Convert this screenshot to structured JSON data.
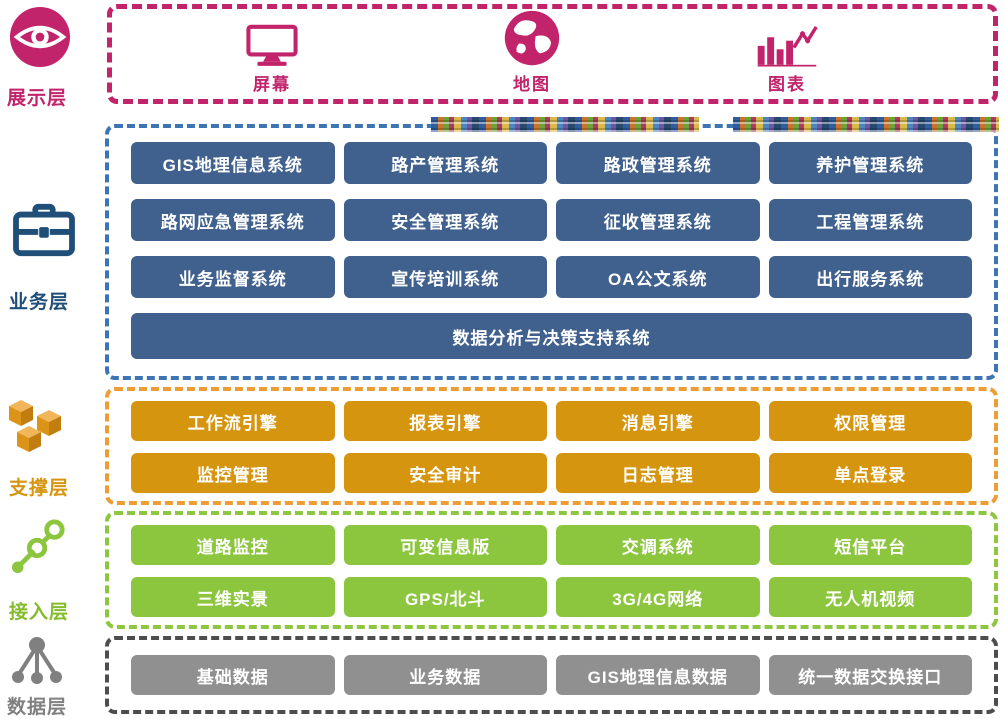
{
  "sidebar": {
    "presentation_label": "展示层",
    "business_label": "业务层",
    "support_label": "支撑层",
    "access_label": "接入层",
    "data_label": "数据层"
  },
  "presentation": {
    "items": [
      {
        "icon": "monitor-icon",
        "label": "屏幕"
      },
      {
        "icon": "globe-icon",
        "label": "地图"
      },
      {
        "icon": "chart-icon",
        "label": "图表"
      }
    ]
  },
  "business": {
    "rows": [
      [
        "GIS地理信息系统",
        "路产管理系统",
        "路政管理系统",
        "养护管理系统"
      ],
      [
        "路网应急管理系统",
        "安全管理系统",
        "征收管理系统",
        "工程管理系统"
      ],
      [
        "业务监督系统",
        "宣传培训系统",
        "OA公文系统",
        "出行服务系统"
      ]
    ],
    "wide": "数据分析与决策支持系统"
  },
  "support": {
    "rows": [
      [
        "工作流引擎",
        "报表引擎",
        "消息引擎",
        "权限管理"
      ],
      [
        "监控管理",
        "安全审计",
        "日志管理",
        "单点登录"
      ]
    ]
  },
  "access": {
    "rows": [
      [
        "道路监控",
        "可变信息版",
        "交调系统",
        "短信平台"
      ],
      [
        "三维实景",
        "GPS/北斗",
        "3G/4G网络",
        "无人机视频"
      ]
    ]
  },
  "data_layer": {
    "rows": [
      [
        "基础数据",
        "业务数据",
        "GIS地理信息数据",
        "统一数据交换接口"
      ]
    ]
  },
  "colors": {
    "pink": "#C2246C",
    "blue_dark": "#1F4E79",
    "blue_button": "#40618D",
    "blue_border": "#3C74B4",
    "orange_button": "#D6950F",
    "orange_border": "#ED9D33",
    "green": "#8CC63E",
    "gray_button": "#909090",
    "gray_border": "#4D4D4D",
    "gray_label": "#808080"
  }
}
